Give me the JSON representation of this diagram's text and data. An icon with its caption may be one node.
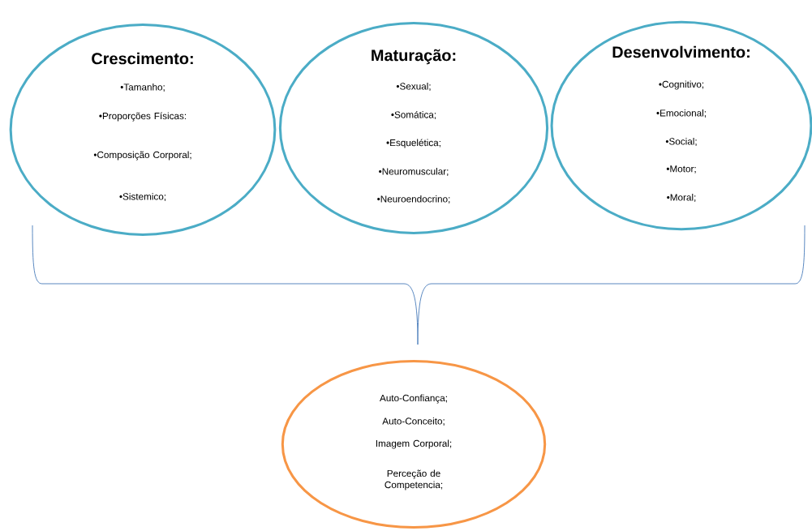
{
  "diagram": {
    "nodes": [
      {
        "text": [
          "Crescimento:",
          "•Tamanho;",
          "•Proporções Físicas:",
          "•Composição Corporal;",
          "•Sistemico;"
        ]
      },
      {
        "text": [
          "Maturação:",
          "•Sexual;",
          "•Somática;",
          "•Esquelética;",
          "•Neuromuscular;",
          "•Neuroendocrino;"
        ]
      },
      {
        "text": [
          "Desenvolvimento:",
          "•Cognitivo;",
          "•Emocional;",
          "•Social;",
          "•Motor;",
          "•Moral;"
        ]
      },
      {
        "text": [
          "Auto-Confiança;",
          "Auto-Conceito;",
          "Imagem Corporal;",
          "Perceção de Competencia;"
        ]
      }
    ]
  }
}
